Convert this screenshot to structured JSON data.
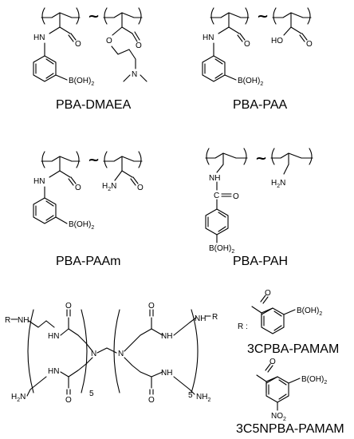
{
  "compounds": [
    {
      "name": "PBA-DMAEA"
    },
    {
      "name": "PBA-PAA"
    },
    {
      "name": "PBA-PAAm"
    },
    {
      "name": "PBA-PAH"
    },
    {
      "name": "3CPBA-PAMAM"
    },
    {
      "name": "3C5NPBA-PAMAM"
    }
  ],
  "substituent_label": "R :",
  "groups": {
    "boronic": "B(OH)",
    "sub2": "2",
    "hn": "HN",
    "nh": "NH",
    "n": "N",
    "h2n": "H",
    "h2n_tail": "N",
    "nh2_head": "NH",
    "o": "O",
    "oh_acid": "HO",
    "c": "C",
    "no2": "NO",
    "r": "R",
    "five": "5",
    "tilde": "~"
  }
}
